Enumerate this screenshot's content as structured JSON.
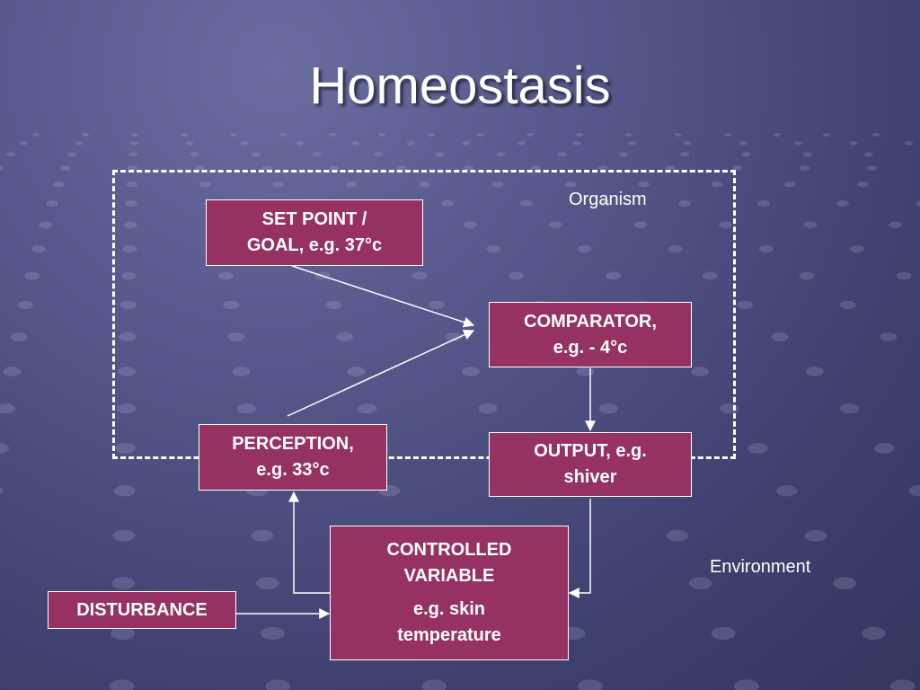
{
  "slide": {
    "title": "Homeostasis",
    "background_color": "#4b4d80",
    "box_color": "#963262",
    "line_color": "#ffffff"
  },
  "regions": {
    "organism_label": "Organism",
    "environment_label": "Environment"
  },
  "nodes": {
    "set_point": {
      "line1": "SET POINT /",
      "line2": "GOAL, e.g. 37°c"
    },
    "comparator": {
      "line1": "COMPARATOR,",
      "line2": "e.g. - 4°c"
    },
    "perception": {
      "line1": "PERCEPTION,",
      "line2": "e.g. 33°c"
    },
    "output": {
      "line1": "OUTPUT, e.g.",
      "line2": "shiver"
    },
    "controlled_variable": {
      "line1": "CONTROLLED",
      "line2": "VARIABLE",
      "line3": "e.g. skin",
      "line4": "temperature"
    },
    "disturbance": {
      "line1": "DISTURBANCE"
    }
  },
  "edges": [
    {
      "from": "set_point",
      "to": "comparator"
    },
    {
      "from": "perception",
      "to": "comparator"
    },
    {
      "from": "comparator",
      "to": "output"
    },
    {
      "from": "output",
      "to": "controlled_variable"
    },
    {
      "from": "controlled_variable",
      "to": "perception"
    },
    {
      "from": "disturbance",
      "to": "controlled_variable"
    }
  ]
}
